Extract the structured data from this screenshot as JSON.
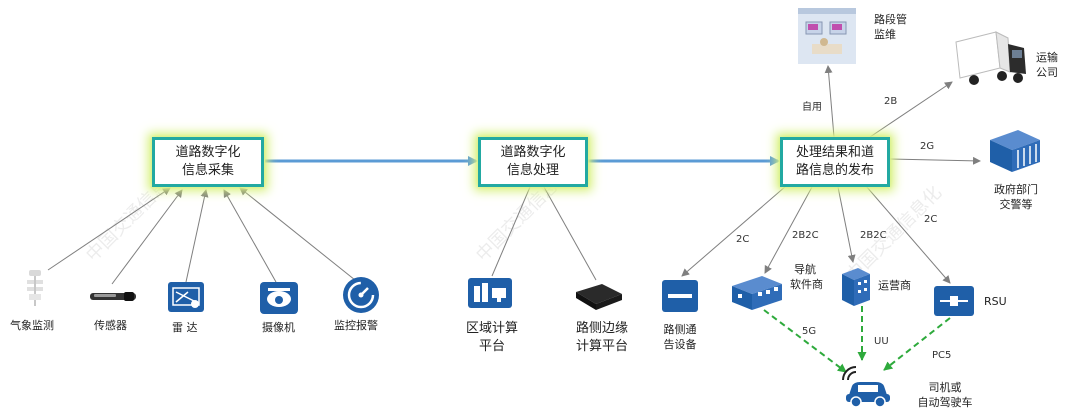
{
  "nodes": {
    "collect": [
      "道路数字化",
      "信息采集"
    ],
    "process": [
      "道路数字化",
      "信息处理"
    ],
    "publish": [
      "处理结果和道",
      "路信息的发布"
    ]
  },
  "sources": {
    "weather": "气象监测",
    "sensor": "传感器",
    "radar": "雷 达",
    "camera": "摄像机",
    "alarm": "监控报警"
  },
  "processing": {
    "regional": [
      "区域计算",
      "平台"
    ],
    "edge": [
      "路侧边缘",
      "计算平台"
    ]
  },
  "publish_targets": {
    "road_mgmt": [
      "路段管",
      "监维"
    ],
    "transport": [
      "运输",
      "公司"
    ],
    "government": [
      "政府部门",
      "交警等"
    ],
    "roadside_comm": [
      "路侧通",
      "告设备"
    ],
    "navigation": [
      "导航",
      "软件商"
    ],
    "operator": "运营商",
    "rsu": "RSU",
    "vehicle": [
      "司机或",
      "自动驾驶车"
    ]
  },
  "edge_labels": {
    "self_use": "自用",
    "to_b": "2B",
    "to_g": "2G",
    "to_c_left": "2C",
    "to_b2c_nav": "2B2C",
    "to_b2c_op": "2B2C",
    "to_c_right": "2C",
    "five_g": "5G",
    "uu": "UU",
    "pc5": "PC5"
  },
  "watermark": "中国交通信息化",
  "colors": {
    "node_border": "#22a9a2",
    "node_glow": "#d6f07a",
    "main_arrow": "#5b9bd5",
    "thin_arrow": "#7f7f7f",
    "dashed_arrow": "#2eaa3c",
    "icon_blue": "#1f5fa8"
  }
}
